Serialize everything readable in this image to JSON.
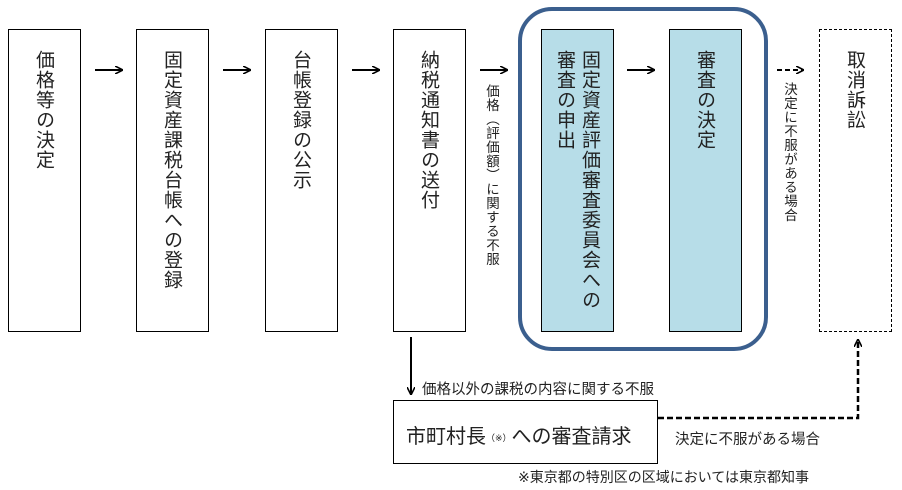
{
  "steps": [
    {
      "id": "price-decision",
      "label": "価格等の決定"
    },
    {
      "id": "register",
      "label": "固定資産課税台帳への登録"
    },
    {
      "id": "public-inspection",
      "label": "台帳登録の公示"
    },
    {
      "id": "tax-notice",
      "label": "納税通知書の送付"
    }
  ],
  "review_group": {
    "appeal_col1": "固定資産評価審査委員会への",
    "appeal_col2": "審査の申出",
    "decision": "審査の決定"
  },
  "lawsuit": {
    "label": "取消訴訟"
  },
  "labels": {
    "price_objection": "価格（評価額）に関する不服",
    "dissatisfied_decision_vertical": "決定に不服がある場合",
    "non_price_objection": "価格以外の課税の内容に関する不服",
    "dissatisfied_decision_horizontal": "決定に不服がある場合"
  },
  "mayor_request": {
    "main_before": "市町村長",
    "note_mark": "（※）",
    "main_after": "への審査請求"
  },
  "footnote": "※東京都の特別区の区域においては東京都知事",
  "colors": {
    "group_border": "#3b5f8e",
    "review_box_fill": "#b7dde8"
  }
}
